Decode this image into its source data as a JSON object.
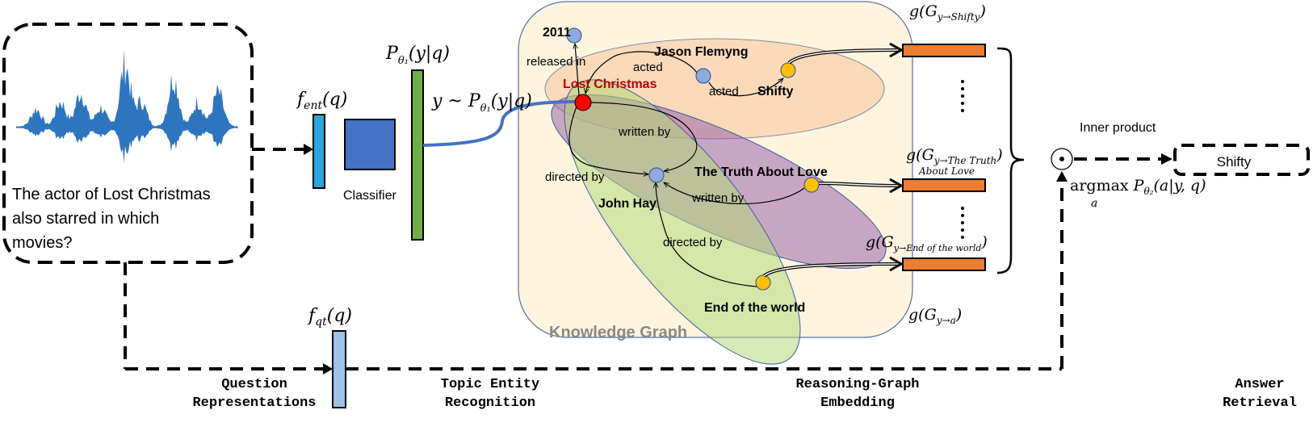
{
  "question": {
    "lines": [
      "The actor of Lost Christmas",
      "also starred in which",
      "movies?"
    ]
  },
  "modules": {
    "f_ent": {
      "base": "f",
      "sub": "ent",
      "arg": "(q)"
    },
    "classifier_label": "Classifier",
    "p_theta1": {
      "base": "P",
      "sub": "θ₁",
      "arg": "(y|q)"
    },
    "sample": {
      "prefix": "y ~ P",
      "sub": "θ₁",
      "arg": "(y|q)"
    },
    "f_qt": {
      "base": "f",
      "sub": "qt",
      "arg": "(q)"
    }
  },
  "knowledge_graph": {
    "title": "Knowledge Graph",
    "nodes": {
      "year": "2011",
      "topic": "Lost Christmas",
      "actor": "Jason Flemyng",
      "shifty": "Shifty",
      "director": "John Hay",
      "truth": "The Truth About Love",
      "end": "End of the world"
    },
    "edges": {
      "released_in": "released in",
      "acted_1": "acted",
      "acted_2": "acted",
      "written_by_1": "written by",
      "written_by_2": "written by",
      "directed_by_1": "directed by",
      "directed_by_2": "directed by"
    }
  },
  "embeddings": {
    "shifty": {
      "pre": "g(G",
      "sub": "y→Shifty",
      "post": ")"
    },
    "truth": {
      "pre": "g(G",
      "sub": "y→The Truth",
      "post": ")",
      "line2": "About Love"
    },
    "end": {
      "pre": "g(G",
      "sub": "y→End of the world",
      "post": ")"
    },
    "generic": {
      "pre": "g(G",
      "sub": "y→a",
      "post": ")"
    }
  },
  "retrieval": {
    "inner_product": "Inner product",
    "argmax": {
      "op": "argmax",
      "under": "a",
      "p": "P",
      "sub": "θ₂",
      "arg": "(a|y, q)"
    },
    "answer": "Shifty"
  },
  "stages": [
    {
      "line1": "Question",
      "line2": "Representations"
    },
    {
      "line1": "Topic Entity",
      "line2": "Recognition"
    },
    {
      "line1": "Reasoning-Graph",
      "line2": "Embedding"
    },
    {
      "line1": "Answer",
      "line2": "Retrieval"
    }
  ],
  "colors": {
    "waveform": "#2e75c0",
    "f_ent_bar": "#29a8e0",
    "classifier": "#4472c4",
    "p_bar": "#70ad47",
    "f_qt_bar": "#9dc3e6",
    "kg_background": "#fff5df",
    "topic_node": "#ff0000",
    "answer_node": "#ffc000",
    "other_node": "#8faadc",
    "embedding_bar": "#ed7d31",
    "topic_label": "#c00000"
  }
}
